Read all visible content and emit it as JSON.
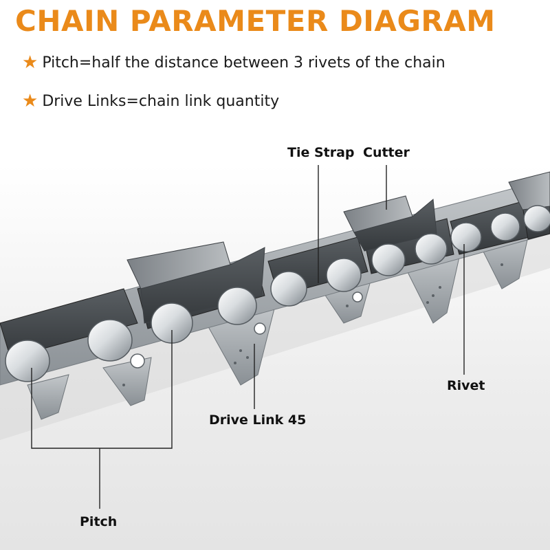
{
  "header": {
    "title": "CHAIN PARAMETER DIAGRAM",
    "bullets": [
      {
        "icon": "star-icon",
        "text": "Pitch=half the distance between 3 rivets of the chain"
      },
      {
        "icon": "star-icon",
        "text": "Drive Links=chain link quantity"
      }
    ]
  },
  "labels": {
    "tie_strap": "Tie Strap",
    "cutter": "Cutter",
    "rivet": "Rivet",
    "drive_link": "Drive Link 45",
    "pitch": "Pitch"
  },
  "colors": {
    "accent": "#ea8a1a",
    "text": "#111111",
    "steel": "#9aa0a6",
    "dark_plate": "#3f4346"
  }
}
